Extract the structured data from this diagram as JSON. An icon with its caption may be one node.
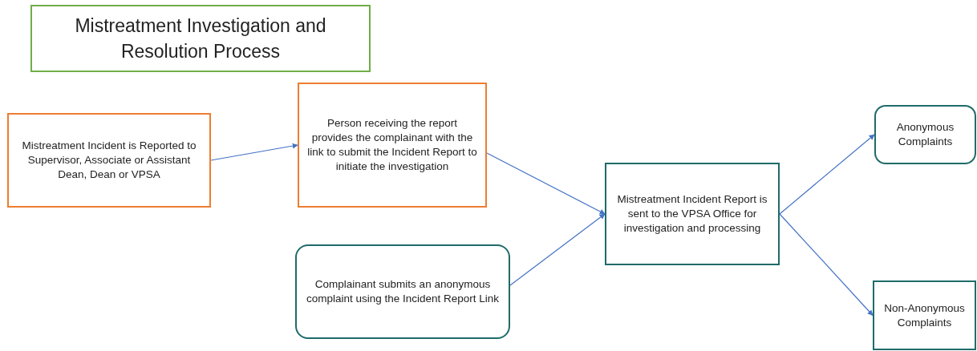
{
  "diagram": {
    "title": "Mistreatment Investigation and Resolution Process",
    "nodes": [
      {
        "text": [
          "Mistreatment Incident is Reported to Supervisor, Associate or Assistant Dean, Dean or VPSA"
        ]
      },
      {
        "text": [
          "Person receiving the report provides the complainant with the link to submit the Incident Report to initiate the investigation"
        ]
      },
      {
        "text": [
          "Complainant submits an anonymous complaint using the Incident Report Link"
        ]
      },
      {
        "text": [
          "Mistreatment Incident Report is sent to the VPSA Office for investigation and processing"
        ]
      },
      {
        "text": [
          "Anonymous Complaints"
        ]
      },
      {
        "text": [
          "Non-Anonymous Complaints"
        ]
      }
    ],
    "edges": [
      {
        "from": 0,
        "to": 1,
        "arrow": "to"
      },
      {
        "from": 1,
        "to": 3,
        "arrow": "to"
      },
      {
        "from": 2,
        "to": 3,
        "arrow": "to"
      },
      {
        "from": 3,
        "to": 4,
        "arrow": "to"
      },
      {
        "from": 3,
        "to": 5,
        "arrow": "to"
      }
    ]
  }
}
